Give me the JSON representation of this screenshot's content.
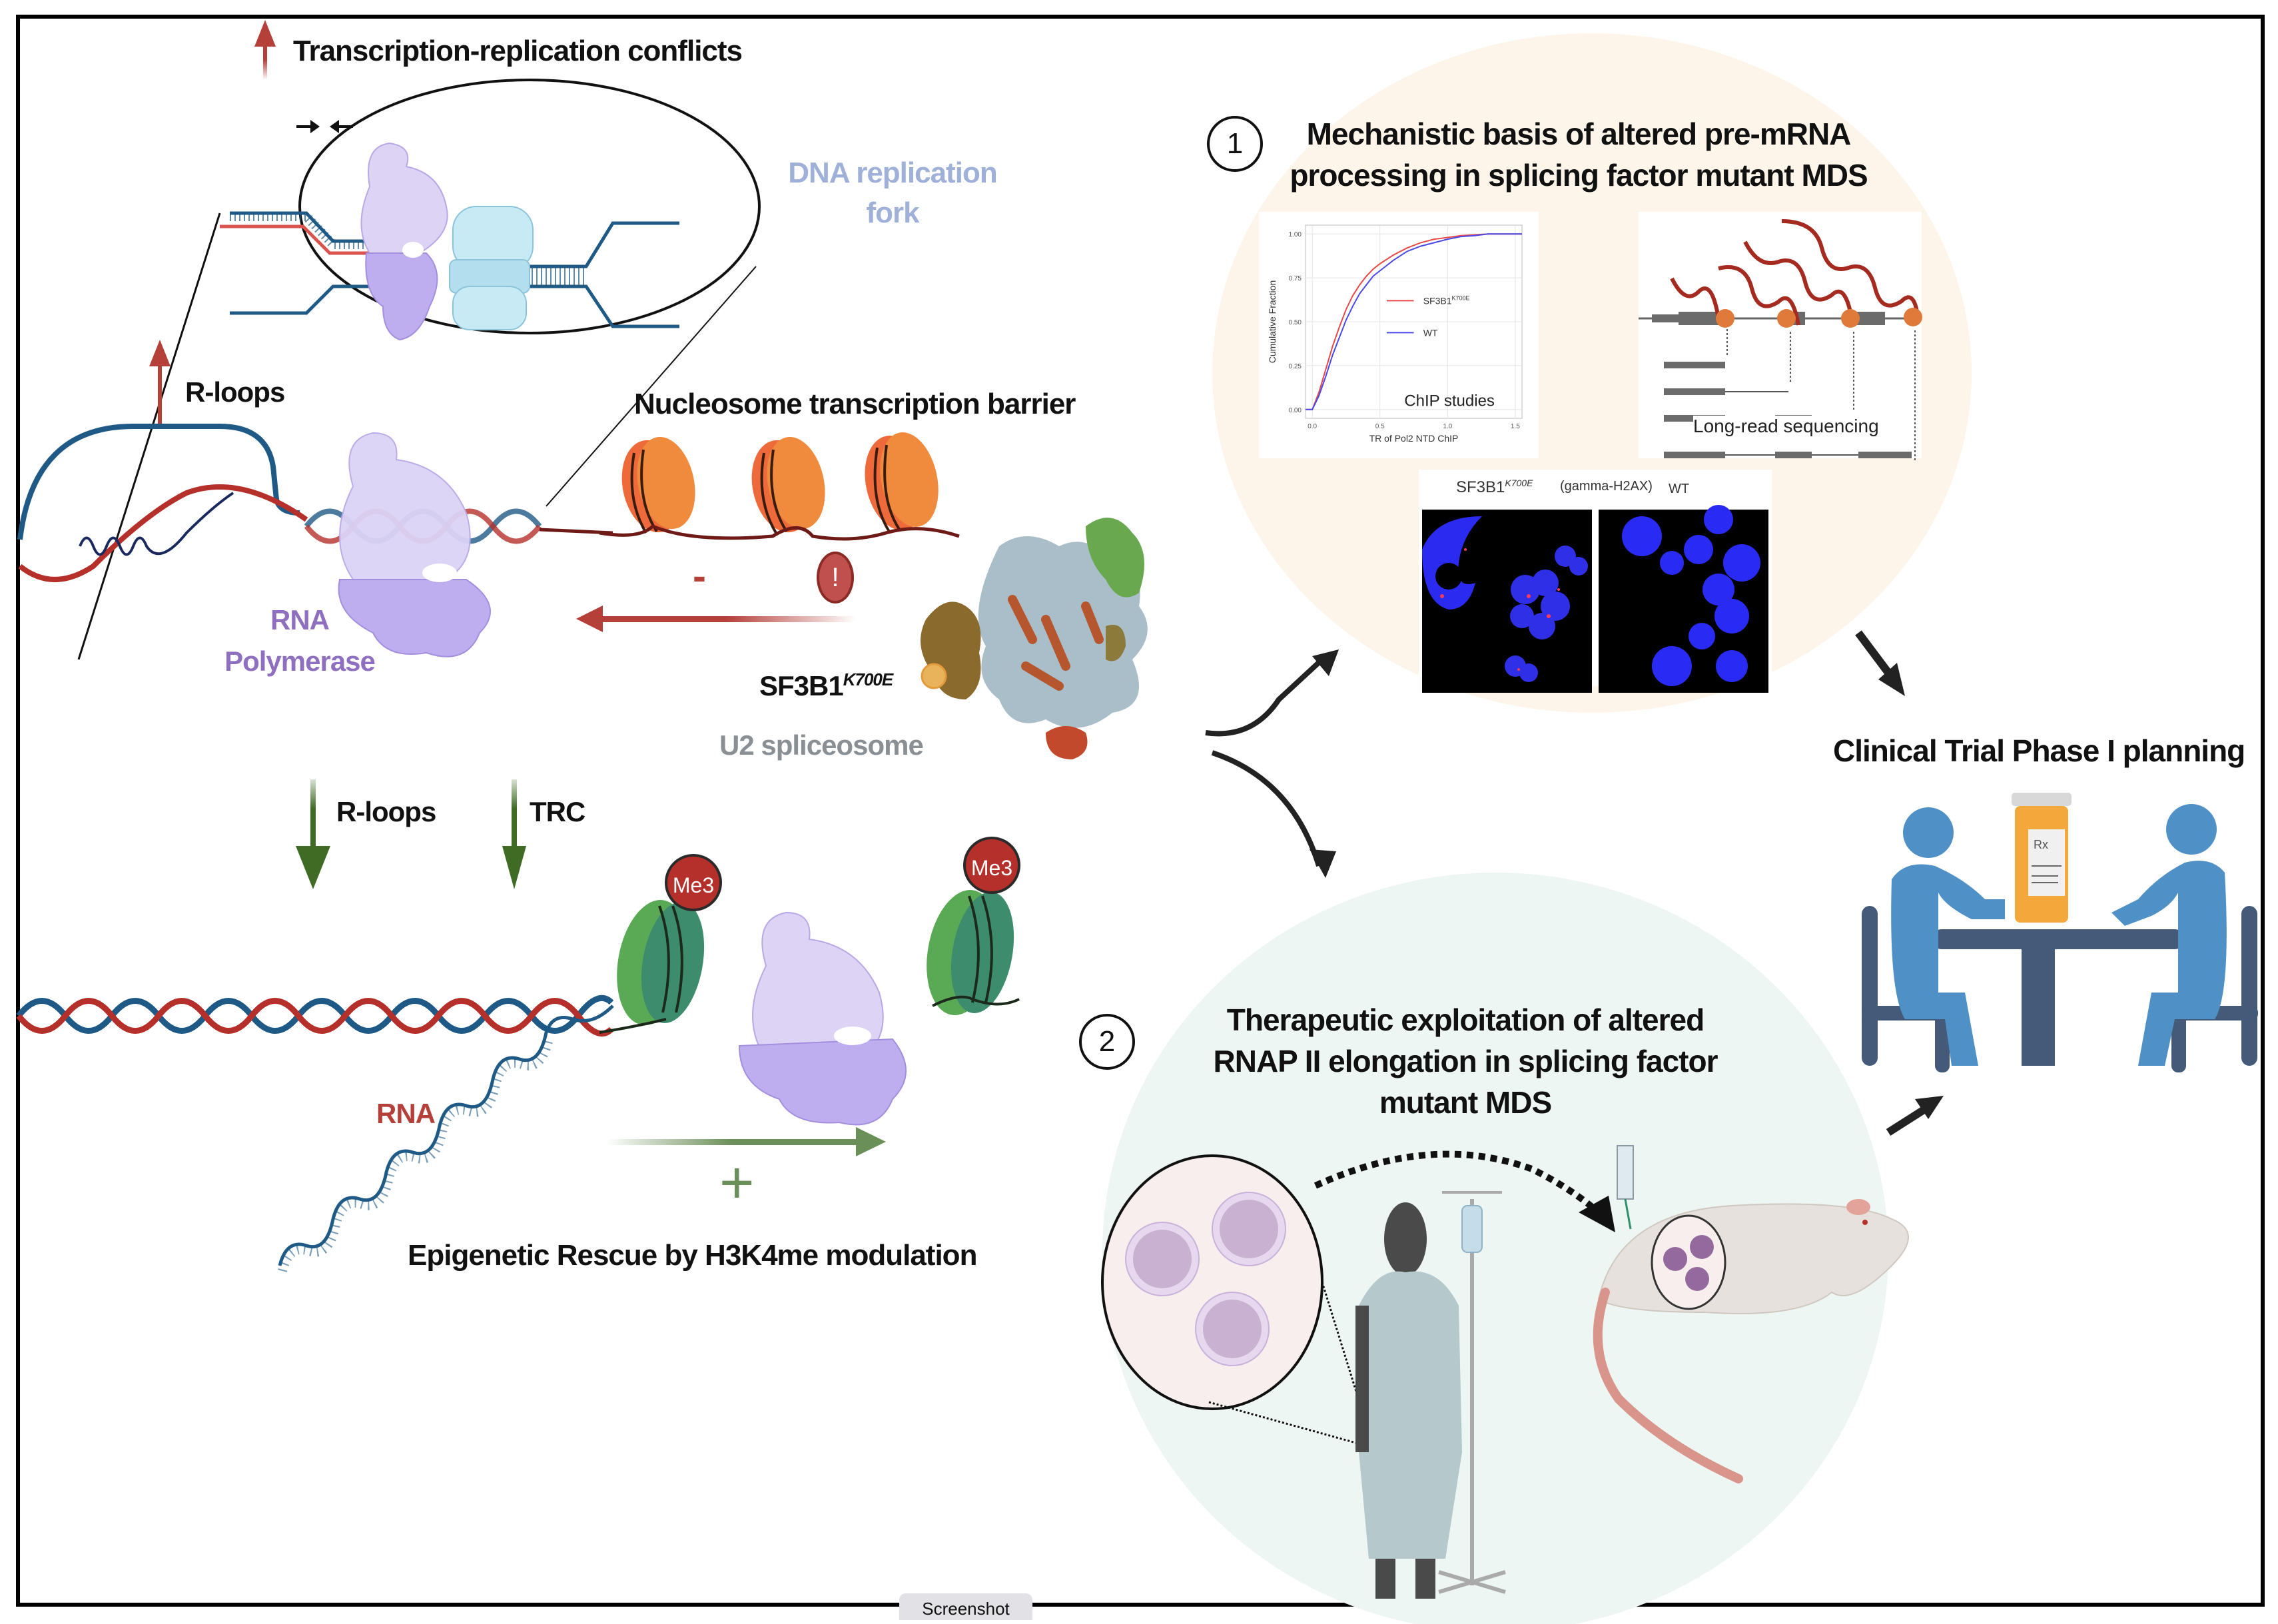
{
  "figure": {
    "title_top": "Transcription-replication conflicts",
    "replication_fork_label_line1": "DNA replication",
    "replication_fork_label_line2": "fork",
    "rloops_up_label": "R-loops",
    "nucleosome_barrier_label": "Nucleosome transcription barrier",
    "minus_sign": "-",
    "alert_symbol": "!",
    "rna_polymerase_line1": "RNA",
    "rna_polymerase_line2": "Polymerase",
    "sf3b1_label": "SF3B1",
    "sf3b1_superscript": "K700E",
    "u2_label": "U2 spliceosome",
    "rloops_down_label": "R-loops",
    "trc_label": "TRC",
    "me3_label_left": "Me3",
    "me3_label_right": "Me3",
    "rna_label": "RNA",
    "plus_sign": "+",
    "epigenetic_label": "Epigenetic Rescue by H3K4me modulation"
  },
  "section1": {
    "number": "1",
    "title_line1": "Mechanistic basis of altered pre-mRNA",
    "title_line2": "processing in splicing factor mutant MDS",
    "chip_panel_caption": "ChIP studies",
    "longread_caption": "Long-read sequencing",
    "imaging_label_mutant": "SF3B1",
    "imaging_label_mutant_sup": "K700E",
    "imaging_label_stain": "(gamma-H2AX)",
    "imaging_label_wt": "WT"
  },
  "section2": {
    "number": "2",
    "title_line1": "Therapeutic exploitation of altered",
    "title_line2": "RNAP II elongation in splicing factor",
    "title_line3": "mutant MDS"
  },
  "clinical": {
    "title": "Clinical Trial Phase I planning",
    "rx_label": "Rx"
  },
  "screenshot_tab": "Screenshot",
  "colors": {
    "accent_red": "#b5403a",
    "dna_blue": "#1f5a86",
    "polymerase_purple": "#8e6fc0",
    "nucleosome_orange": "#ef7a3a",
    "green_arrow": "#3f6b25",
    "section1_bg": "#fdf4ea",
    "section2_bg": "#eef6f3",
    "clinical_blue": "#4f91c6",
    "clinical_dark": "#445a78",
    "replication_label": "#9fb1d8"
  },
  "chart_data": {
    "type": "line",
    "title": "",
    "xlabel": "TR of Pol2 NTD ChIP",
    "ylabel": "Cumulative Fraction",
    "xlim": [
      -0.05,
      1.55
    ],
    "ylim": [
      -0.05,
      1.05
    ],
    "xticks": [
      "0.0",
      "0.5",
      "1.0",
      "1.5"
    ],
    "yticks": [
      "0.00",
      "0.25",
      "0.50",
      "0.75",
      "1.00"
    ],
    "grid": true,
    "legend_position": "center-right",
    "x": [
      -0.05,
      0.0,
      0.05,
      0.1,
      0.15,
      0.2,
      0.25,
      0.3,
      0.35,
      0.4,
      0.45,
      0.5,
      0.6,
      0.7,
      0.8,
      0.9,
      1.0,
      1.1,
      1.2,
      1.3,
      1.4,
      1.55
    ],
    "series": [
      {
        "name": "SF3B1",
        "name_superscript": "K700E",
        "color": "#e84a4a",
        "values": [
          0.0,
          0.0,
          0.1,
          0.23,
          0.36,
          0.47,
          0.57,
          0.65,
          0.71,
          0.76,
          0.8,
          0.83,
          0.88,
          0.92,
          0.95,
          0.97,
          0.98,
          0.99,
          0.995,
          1.0,
          1.0,
          1.0
        ]
      },
      {
        "name": "WT",
        "name_superscript": "",
        "color": "#4a4ae8",
        "values": [
          0.0,
          0.0,
          0.08,
          0.19,
          0.31,
          0.41,
          0.51,
          0.59,
          0.66,
          0.71,
          0.76,
          0.79,
          0.85,
          0.9,
          0.93,
          0.95,
          0.97,
          0.985,
          0.99,
          1.0,
          1.0,
          1.0
        ]
      }
    ],
    "annotation": "ChIP studies"
  }
}
